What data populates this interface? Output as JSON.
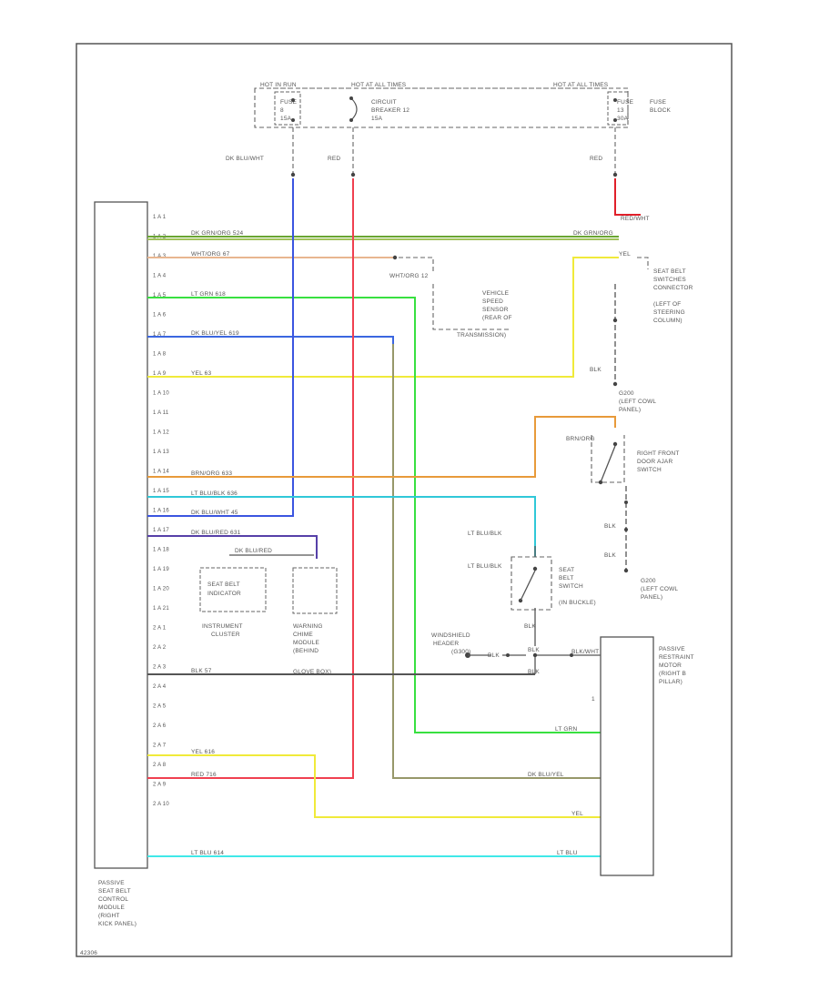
{
  "diagram": {
    "figure_id": "42306",
    "fuse_block": {
      "label_lines": [
        "FUSE",
        "BLOCK"
      ],
      "hot_labels": [
        "HOT IN RUN",
        "HOT AT ALL TIMES",
        "HOT AT ALL TIMES"
      ],
      "fuse_left": [
        "FUSE",
        "8",
        "15A"
      ],
      "circuit_breaker": [
        "CIRCUIT",
        "BREAKER 12",
        "15A"
      ],
      "fuse_right": [
        "FUSE",
        "13",
        "30A"
      ]
    },
    "top_wire_labels": {
      "dk_blu_wht": "DK BLU/WHT",
      "red_1": "RED",
      "red_2": "RED"
    },
    "red_wht_label": "RED/WHT",
    "module": {
      "label_lines": [
        "PASSIVE",
        "SEAT BELT",
        "CONTROL",
        "MODULE",
        "(RIGHT",
        "KICK PANEL)"
      ],
      "pins": [
        "1 A 1",
        "1 A 2",
        "1 A 3",
        "1 A 4",
        "1 A 5",
        "1 A 6",
        "1 A 7",
        "1 A 8",
        "1 A 9",
        "1 A 10",
        "1 A 11",
        "1 A 12",
        "1 A 13",
        "1 A 14",
        "1 A 15",
        "1 A 16",
        "1 A 17",
        "1 A 18",
        "1 A 19",
        "1 A 20",
        "1 A 21",
        "2 A 1",
        "2 A 2",
        "2 A 3",
        "2 A 4",
        "2 A 5",
        "2 A 6",
        "2 A 7",
        "2 A 8",
        "2 A 9",
        "2 A 10"
      ]
    },
    "wire_labels": {
      "a2": "DK GRN/ORG   524",
      "a2_right": "DK GRN/ORG",
      "a3": "WHT/ORG   67",
      "a5": "LT GRN   618",
      "a7": "DK BLU/YEL   619",
      "a9": "YEL   63",
      "a9_right": "YEL",
      "a14": "BRN/ORG   633",
      "a15": "LT BLU/BLK   636",
      "a16": "DK BLU/WHT   45",
      "a17": "DK BLU/RED   631",
      "a17_sub": "DK BLU/RED",
      "b1": "BLK   57",
      "b5": "YEL   616",
      "b6": "RED   716",
      "b10": "LT BLU   614",
      "lt_grn_r": "LT GRN",
      "dk_blu_yel_r": "DK BLU/YEL",
      "yel_r": "YEL",
      "lt_blu_r": "LT BLU"
    },
    "vss": {
      "wire": "WHT/ORG 12",
      "label_lines": [
        "VEHICLE",
        "SPEED",
        "SENSOR",
        "(REAR OF",
        "TRANSMISSION)"
      ]
    },
    "seat_belt_connector": {
      "label_lines": [
        "SEAT BELT",
        "SWITCHES",
        "CONNECTOR",
        "(LEFT OF",
        "STEERING",
        "COLUMN)"
      ]
    },
    "ground1": {
      "wire": "BLK",
      "label_lines": [
        "G200",
        "(LEFT COWL",
        "PANEL)"
      ]
    },
    "door_switch": {
      "wire": "BRN/ORG",
      "label_lines": [
        "RIGHT FRONT",
        "DOOR AJAR",
        "SWITCH"
      ]
    },
    "ground2": {
      "wire1": "BLK",
      "wire2": "BLK",
      "label_lines": [
        "G200",
        "(LEFT COWL",
        "PANEL)"
      ]
    },
    "buckle_switch": {
      "wire_a": "LT BLU/BLK",
      "wire_b": "LT BLU/BLK",
      "wire_c": "BLK",
      "label_lines": [
        "SEAT",
        "BELT",
        "SWITCH",
        "(IN BUCKLE)"
      ]
    },
    "indicator": {
      "wire": "DK BLU/RED",
      "label_lines": [
        "SEAT BELT",
        "INDICATOR"
      ],
      "caption_lines": [
        "INSTRUMENT",
        "CLUSTER"
      ]
    },
    "warning_chime": {
      "caption_lines": [
        "WARNING",
        "CHIME",
        "MODULE",
        "(BEHIND",
        "GLOVE BOX)"
      ]
    },
    "windshield_ground": {
      "label_lines": [
        "WINDSHIELD",
        "HEADER",
        "(G300)"
      ],
      "wire": "BLK",
      "wire2": "BLK"
    },
    "motor": {
      "label_lines": [
        "PASSIVE",
        "RESTRAINT",
        "MOTOR",
        "(RIGHT B",
        "PILLAR)"
      ],
      "wire_blk_wht": "BLK/WHT",
      "wire_blk": "BLK",
      "pin_marker": "1"
    }
  }
}
